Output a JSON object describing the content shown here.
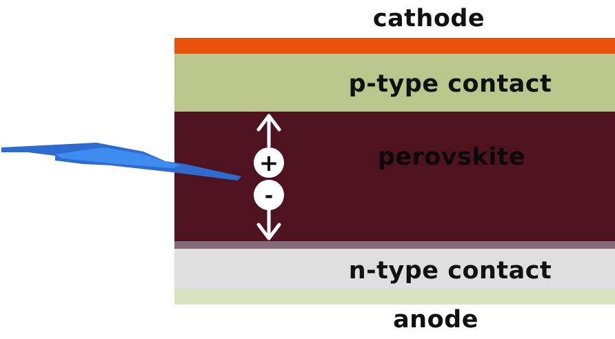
{
  "layers": {
    "cathode": "cathode",
    "p_type": "p-type contact",
    "perovskite": "perovskite",
    "n_type": "n-type contact",
    "anode": "anode"
  },
  "carriers": {
    "hole": "+",
    "electron": "-"
  },
  "colors": {
    "cathode": "#E8520C",
    "p_type": "#BBC68C",
    "perovskite": "#4F1221",
    "interface": "#866977",
    "n_type": "#DFDFDF",
    "anode": "#D9E3C0",
    "light_bolt": "#2D6BD0",
    "light_bolt_highlight": "#3F8CF0"
  }
}
